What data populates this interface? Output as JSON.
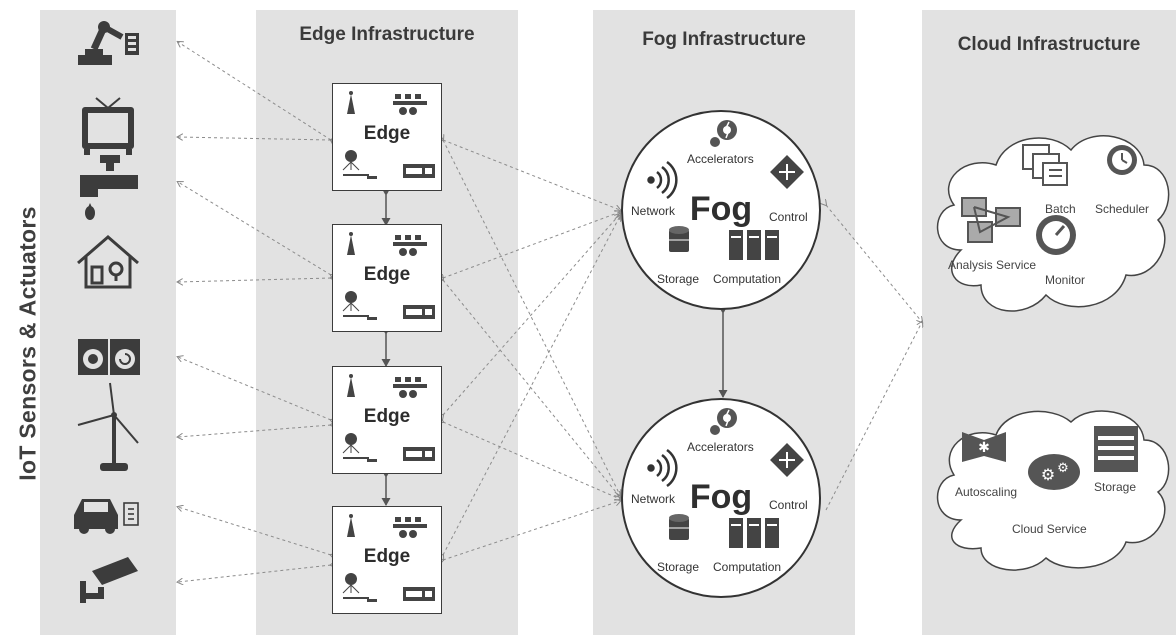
{
  "panels": {
    "iot_title": "IoT Sensors & Actuators",
    "edge_title": "Edge Infrastructure",
    "fog_title": "Fog Infrastructure",
    "cloud_title": "Cloud Infrastructure"
  },
  "iot_devices": [
    "robot-arm-icon",
    "tv-icon",
    "water-tap-icon",
    "smart-home-icon",
    "washing-machine-icon",
    "wind-turbine-icon",
    "car-icon",
    "security-camera-icon"
  ],
  "edge_nodes": [
    {
      "label": "Edge"
    },
    {
      "label": "Edge"
    },
    {
      "label": "Edge"
    },
    {
      "label": "Edge"
    }
  ],
  "fog_nodes": [
    {
      "label": "Fog",
      "accelerators": "Accelerators",
      "network": "Network",
      "control": "Control",
      "storage": "Storage",
      "computation": "Computation"
    },
    {
      "label": "Fog",
      "accelerators": "Accelerators",
      "network": "Network",
      "control": "Control",
      "storage": "Storage",
      "computation": "Computation"
    }
  ],
  "cloud": {
    "top": {
      "batch": "Batch",
      "scheduler": "Scheduler",
      "analysis": "Analysis Service",
      "monitor": "Monitor"
    },
    "bottom": {
      "autoscaling": "Autoscaling",
      "storage": "Storage",
      "service": "Cloud Service"
    }
  }
}
